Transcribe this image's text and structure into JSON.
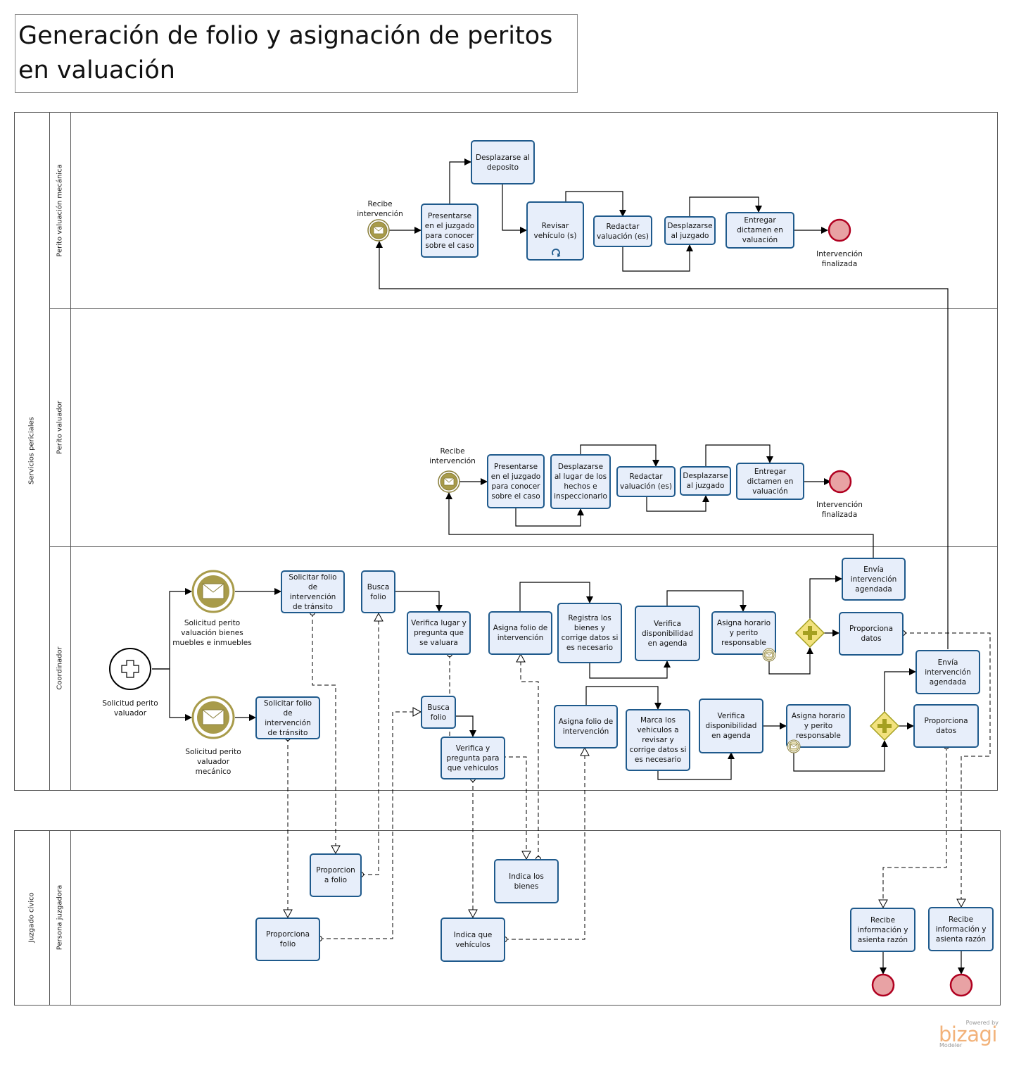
{
  "title": "Generación de folio y asignación de peritos en valuación",
  "pools": [
    {
      "name": "Servicios periciales"
    },
    {
      "name": "Juzgado cívico"
    }
  ],
  "lanes": [
    {
      "name": "Perito valuación mecánica"
    },
    {
      "name": "Perito valuador"
    },
    {
      "name": "Coordinador"
    },
    {
      "name": "Persona juzgadora"
    }
  ],
  "tasks": [
    {
      "id": "m1",
      "text": "Presentarse en el juzgado para conocer sobre el caso"
    },
    {
      "id": "m2",
      "text": "Desplazarse al deposito"
    },
    {
      "id": "m3",
      "text": "Revisar vehículo (s)",
      "loop": true
    },
    {
      "id": "m4",
      "text": "Redactar valuación (es)"
    },
    {
      "id": "m5",
      "text": "Desplazarse al juzgado"
    },
    {
      "id": "m6",
      "text": "Entregar dictamen en valuación"
    },
    {
      "id": "v1",
      "text": "Presentarse en el juzgado para conocer sobre el caso"
    },
    {
      "id": "v2",
      "text": "Desplazarse al lugar de los hechos e inspeccionarlo"
    },
    {
      "id": "v3",
      "text": "Redactar valuación (es)"
    },
    {
      "id": "v4",
      "text": "Desplazarse al juzgado"
    },
    {
      "id": "v5",
      "text": "Entregar dictamen en valuación"
    },
    {
      "id": "c1",
      "text": "Solicitar folio de intervención de tránsito"
    },
    {
      "id": "c2",
      "text": "Busca folio"
    },
    {
      "id": "c3",
      "text": "Verifica lugar y pregunta que se valuara"
    },
    {
      "id": "c4",
      "text": "Asigna folio de intervención"
    },
    {
      "id": "c5",
      "text": "Registra los bienes y corrige datos si es necesario"
    },
    {
      "id": "c6",
      "text": "Verifica disponibilidad en agenda"
    },
    {
      "id": "c7",
      "text": "Asigna horario y perito responsable",
      "msg": true
    },
    {
      "id": "c8",
      "text": "Envía intervención agendada"
    },
    {
      "id": "c9",
      "text": "Proporciona datos"
    },
    {
      "id": "d1",
      "text": "Solicitar folio de intervención de tránsito"
    },
    {
      "id": "d2",
      "text": "Busca folio"
    },
    {
      "id": "d3",
      "text": "Verifica y pregunta para que vehiculos"
    },
    {
      "id": "d4",
      "text": "Asigna folio de intervención"
    },
    {
      "id": "d5",
      "text": "Marca los vehiculos a revisar y corrige datos si es necesario"
    },
    {
      "id": "d6",
      "text": "Verifica disponibilidad en agenda"
    },
    {
      "id": "d7",
      "text": "Asigna horario y perito responsable",
      "msg": true
    },
    {
      "id": "d8",
      "text": "Envía intervención agendada"
    },
    {
      "id": "d9",
      "text": "Proporciona datos"
    },
    {
      "id": "j1",
      "text": "Proporcion a folio"
    },
    {
      "id": "j2",
      "text": "Indica los bienes"
    },
    {
      "id": "j3",
      "text": "Proporciona folio"
    },
    {
      "id": "j4",
      "text": "Indica que vehículos"
    },
    {
      "id": "j5",
      "text": "Recibe información y asienta razón"
    },
    {
      "id": "j6",
      "text": "Recibe información y asienta razón"
    }
  ],
  "events": [
    {
      "id": "me_start",
      "type": "message-intermediate",
      "label": "Recibe intervención"
    },
    {
      "id": "me_end",
      "type": "end",
      "label": "Intervención finalizada"
    },
    {
      "id": "ve_start",
      "type": "message-intermediate",
      "label": "Recibe intervención"
    },
    {
      "id": "ve_end",
      "type": "end",
      "label": "Intervención finalizada"
    },
    {
      "id": "c_start",
      "type": "start-parallel",
      "label": "Solicitud perito valuador"
    },
    {
      "id": "c_msg1",
      "type": "message-start",
      "label": "Solicitud perito valuación bienes muebles e inmuebles"
    },
    {
      "id": "c_msg2",
      "type": "message-start",
      "label": "Solicitud perito valuador mecánico"
    },
    {
      "id": "j_end1",
      "type": "end",
      "label": ""
    },
    {
      "id": "j_end2",
      "type": "end",
      "label": ""
    }
  ],
  "gateways": [
    {
      "id": "gw1",
      "type": "parallel"
    },
    {
      "id": "gw2",
      "type": "parallel"
    }
  ],
  "logo": {
    "powered": "Powered by",
    "name": "bizagi",
    "product": "Modeler"
  },
  "colors": {
    "task_border": "#1f5a8c",
    "task_fill": "#e7eefa",
    "message_event": "#a89b4a",
    "end_event_fill": "#e8a2a4",
    "end_event_border": "#b00020",
    "gateway_fill": "#f2e27e",
    "gateway_border": "#a4a020"
  }
}
